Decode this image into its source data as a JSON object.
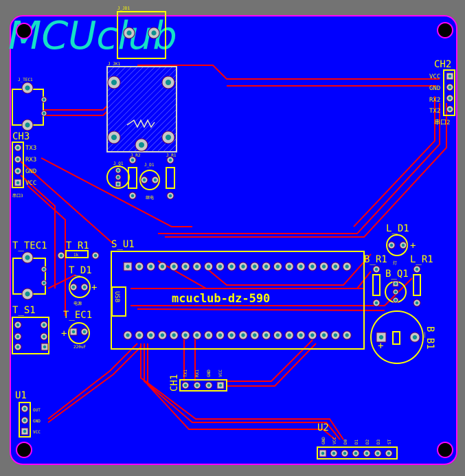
{
  "logo": "MCUclub",
  "board_title": "mcuclub-dz-590",
  "colors": {
    "board": "#0000ff",
    "trace": "#ff0000",
    "silkscreen": "#ffff00",
    "edge": "#ff00ff",
    "logo": "#14e0c8",
    "background": "#737373"
  },
  "components": {
    "j_jd1": "J_JD1",
    "j_jk1": "J_JK1",
    "j_tec1": "J_TEC1",
    "j_q1": "J_Q1",
    "j_r2": "J_R2",
    "j_d1": "J_D1",
    "j_r1": "J_R1",
    "relay_note": "继电",
    "t_tec1": "T_TEC1",
    "t_r1": "T_R1",
    "t_r1_value": "1k",
    "t_d1": "T_D1",
    "t_d1_note": "电源",
    "t_s1": "T_S1",
    "t_ec1": "T_EC1",
    "t_ec1_value": "220uF",
    "s_u1": "S_U1",
    "usb": "USB",
    "l_d1": "L_D1",
    "l_d1_note": "灯",
    "b_r1": "B_R1",
    "l_r1": "L_R1",
    "b_q1": "B_Q1",
    "b_b1": "B_B1",
    "plus": "+"
  },
  "ch3": {
    "title": "CH3",
    "pins": [
      "TX3",
      "RX3",
      "GND",
      "VCC"
    ],
    "note": "串口3"
  },
  "ch2": {
    "title": "CH2",
    "pins": [
      "VCC",
      "GND",
      "RX2",
      "TX2"
    ],
    "note": "串口2"
  },
  "ch1": {
    "title": "CH1",
    "pins": [
      "TX1",
      "RX1",
      "GND",
      "VCC"
    ]
  },
  "u1": {
    "title": "U1",
    "pins": [
      "OUT",
      "GND",
      "VCC"
    ]
  },
  "u2": {
    "title": "U2",
    "pins": [
      "GND",
      "VCC",
      "D0",
      "D1",
      "D2",
      "D3",
      "ST"
    ]
  }
}
